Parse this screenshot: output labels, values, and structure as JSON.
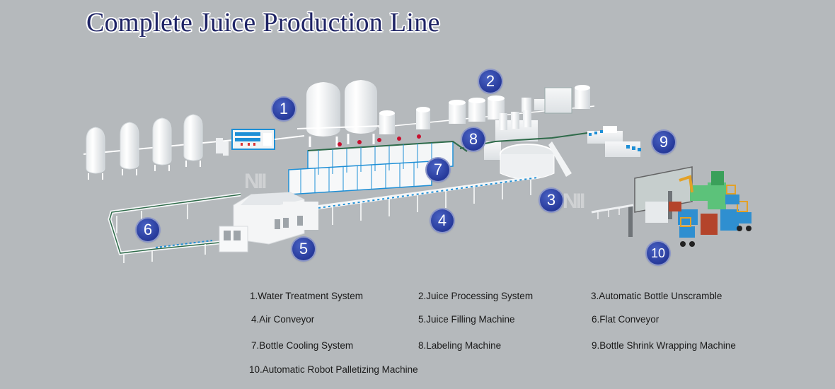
{
  "title": "Complete Juice Production Line",
  "colors": {
    "background": "#b5b9bc",
    "title_text": "#1f2466",
    "badge_fill": "#26399a",
    "machine_accent": "#1e8fd6",
    "conveyor_green": "#2f6b4a"
  },
  "badges": [
    {
      "id": 1,
      "label": "1"
    },
    {
      "id": 2,
      "label": "2"
    },
    {
      "id": 3,
      "label": "3"
    },
    {
      "id": 4,
      "label": "4"
    },
    {
      "id": 5,
      "label": "5"
    },
    {
      "id": 6,
      "label": "6"
    },
    {
      "id": 7,
      "label": "7"
    },
    {
      "id": 8,
      "label": "8"
    },
    {
      "id": 9,
      "label": "9"
    },
    {
      "id": 10,
      "label": "10"
    }
  ],
  "legend": [
    "1.Water Treatment System",
    "2.Juice Processing System",
    "3.Automatic Bottle Unscramble",
    "4.Air Conveyor",
    "5.Juice Filling Machine",
    "6.Flat Conveyor",
    "7.Bottle Cooling System",
    "8.Labeling Machine",
    "9.Bottle Shrink Wrapping Machine",
    "10.Automatic Robot Palletizing Machine"
  ]
}
